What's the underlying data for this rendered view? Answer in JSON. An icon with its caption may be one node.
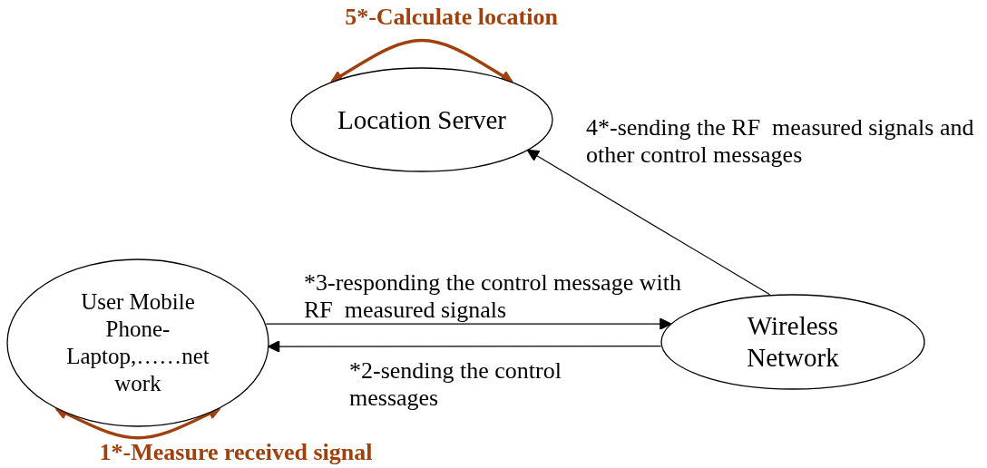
{
  "diagram": {
    "nodes": [
      {
        "text": [
          "Location Server"
        ]
      },
      {
        "text": [
          "User Mobile Phone- Laptop,……net work"
        ]
      },
      {
        "text": [
          "Wireless Network"
        ]
      }
    ],
    "edges": [
      {
        "from": 0,
        "to": 0,
        "arrow": "both",
        "label": "5*-Calculate location",
        "color": "#a0410d",
        "style": "thick"
      },
      {
        "from": 2,
        "to": 0,
        "arrow": "to",
        "label": "4*-sending the RF  measured signals and other control messages"
      },
      {
        "from": 1,
        "to": 2,
        "arrow": "to",
        "label": "*3-responding the control message with RF  measured signals"
      },
      {
        "from": 2,
        "to": 1,
        "arrow": "to",
        "label": "*2-sending the control messages"
      },
      {
        "from": 1,
        "to": 1,
        "arrow": "both",
        "label": "1*-Measure received signal",
        "color": "#a0410d",
        "style": "thick"
      }
    ]
  }
}
